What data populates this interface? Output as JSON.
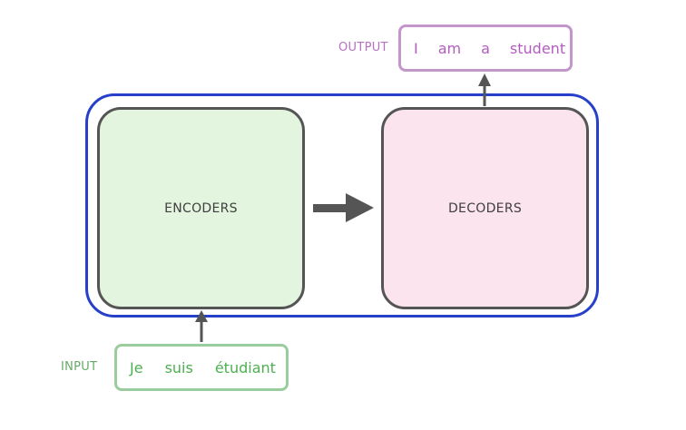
{
  "colors": {
    "outer_border": "#2740c9",
    "block_border": "#555555",
    "encoders_fill": "#e3f5df",
    "decoders_fill": "#fce4ee",
    "input_border": "#9bcc9d",
    "input_text": "#4caf50",
    "output_border": "#c397cc",
    "output_text": "#b35cc0",
    "arrow": "#555555"
  },
  "encoders": {
    "label": "ENCODERS"
  },
  "decoders": {
    "label": "DECODERS"
  },
  "input": {
    "label": "INPUT",
    "tokens": [
      "Je",
      "suis",
      "étudiant"
    ]
  },
  "output": {
    "label": "OUTPUT",
    "tokens": [
      "I",
      "am",
      "a",
      "student"
    ]
  }
}
